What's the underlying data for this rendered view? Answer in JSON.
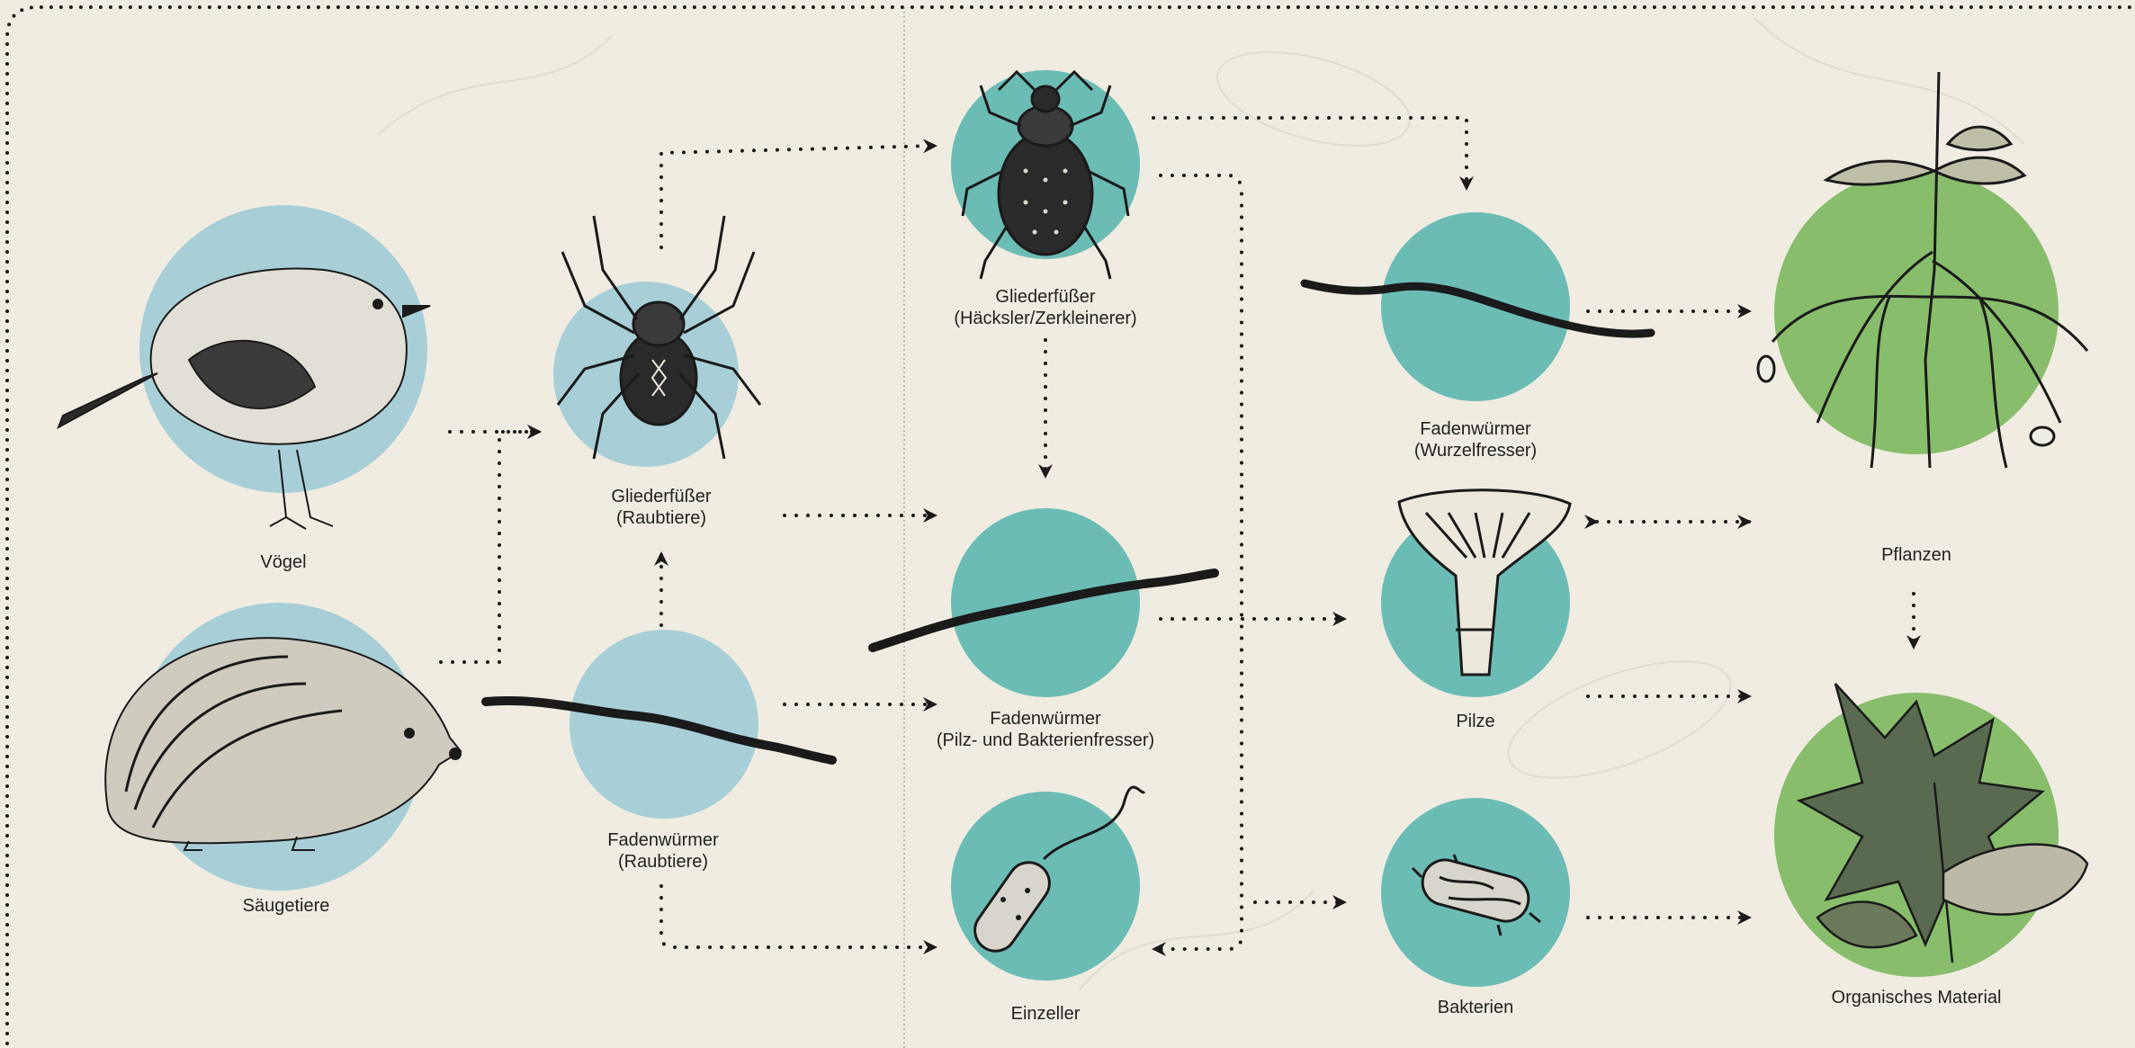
{
  "colors": {
    "background": "#f0ece1",
    "blue_circle": "#a8cfd8",
    "teal_circle": "#6cbcb6",
    "green_circle": "#88bd6c",
    "ink": "#1a1a1a"
  },
  "nodes": {
    "voegel": {
      "label": "Vögel",
      "icon": "bird-icon"
    },
    "saeugetiere": {
      "label": "Säugetiere",
      "icon": "hedgehog-icon"
    },
    "gliederfuesser_raubtiere": {
      "label1": "Gliederfüßer",
      "label2": "(Raubtiere)",
      "icon": "spider-icon"
    },
    "fadenwuermer_raubtiere": {
      "label1": "Fadenwürmer",
      "label2": "(Raubtiere)",
      "icon": "nematode-icon"
    },
    "gliederfuesser_haecksler": {
      "label1": "Gliederfüßer",
      "label2": "(Häcksler/Zerkleinerer)",
      "icon": "beetle-icon"
    },
    "fadenwuermer_pilz_bakterien": {
      "label1": "Fadenwürmer",
      "label2": "(Pilz- und Bakterienfresser)",
      "icon": "nematode-icon"
    },
    "einzeller": {
      "label": "Einzeller",
      "icon": "protozoa-icon"
    },
    "fadenwuermer_wurzelfresser": {
      "label1": "Fadenwürmer",
      "label2": "(Wurzelfresser)",
      "icon": "nematode-icon"
    },
    "pilze": {
      "label": "Pilze",
      "icon": "mushroom-icon"
    },
    "bakterien": {
      "label": "Bakterien",
      "icon": "bacterium-icon"
    },
    "pflanzen": {
      "label": "Pflanzen",
      "icon": "plant-icon"
    },
    "organisches_material": {
      "label": "Organisches Material",
      "icon": "leaf-icon"
    }
  }
}
